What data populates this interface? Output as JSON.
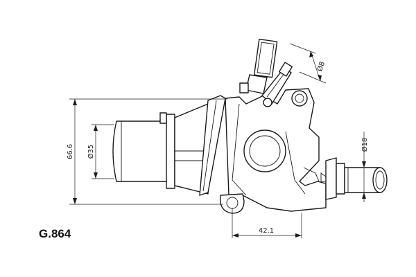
{
  "part_code": "G.864",
  "dimensions": {
    "height": "66.6",
    "inlet_diameter": "Ø35",
    "sensor_diameter": "Ø8",
    "outlet_diameter": "Ø18",
    "width": "42.1"
  }
}
